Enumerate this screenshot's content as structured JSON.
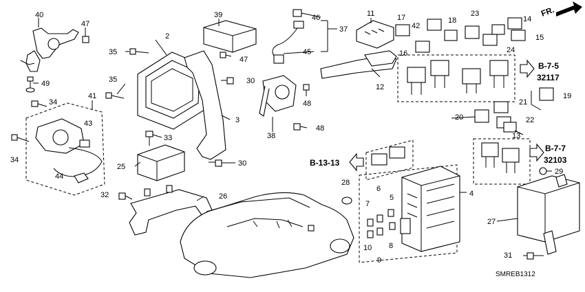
{
  "labels": [
    {
      "id": "40",
      "text": "40"
    },
    {
      "id": "47a",
      "text": "47"
    },
    {
      "id": "49",
      "text": "49"
    },
    {
      "id": "34a",
      "text": "34"
    },
    {
      "id": "41",
      "text": "41"
    },
    {
      "id": "43",
      "text": "43"
    },
    {
      "id": "34b",
      "text": "34"
    },
    {
      "id": "44",
      "text": "44"
    },
    {
      "id": "2",
      "text": "2"
    },
    {
      "id": "35a",
      "text": "35"
    },
    {
      "id": "35b",
      "text": "35"
    },
    {
      "id": "33",
      "text": "33"
    },
    {
      "id": "25",
      "text": "25"
    },
    {
      "id": "32",
      "text": "32"
    },
    {
      "id": "26",
      "text": "26"
    },
    {
      "id": "39",
      "text": "39"
    },
    {
      "id": "47b",
      "text": "47"
    },
    {
      "id": "30a",
      "text": "30"
    },
    {
      "id": "3",
      "text": "3"
    },
    {
      "id": "30b",
      "text": "30"
    },
    {
      "id": "46",
      "text": "46"
    },
    {
      "id": "37",
      "text": "37"
    },
    {
      "id": "45",
      "text": "45"
    },
    {
      "id": "48a",
      "text": "48"
    },
    {
      "id": "38",
      "text": "38"
    },
    {
      "id": "48b",
      "text": "48"
    },
    {
      "id": "11",
      "text": "11"
    },
    {
      "id": "12",
      "text": "12"
    },
    {
      "id": "17",
      "text": "17"
    },
    {
      "id": "42",
      "text": "42"
    },
    {
      "id": "18",
      "text": "18"
    },
    {
      "id": "23",
      "text": "23"
    },
    {
      "id": "14",
      "text": "14"
    },
    {
      "id": "15",
      "text": "15"
    },
    {
      "id": "16",
      "text": "16"
    },
    {
      "id": "24",
      "text": "24"
    },
    {
      "id": "19",
      "text": "19"
    },
    {
      "id": "20",
      "text": "20"
    },
    {
      "id": "21",
      "text": "21"
    },
    {
      "id": "22",
      "text": "22"
    },
    {
      "id": "13",
      "text": "13"
    },
    {
      "id": "4",
      "text": "4"
    },
    {
      "id": "28",
      "text": "28"
    },
    {
      "id": "6",
      "text": "6"
    },
    {
      "id": "7",
      "text": "7"
    },
    {
      "id": "5",
      "text": "5"
    },
    {
      "id": "10",
      "text": "10"
    },
    {
      "id": "8",
      "text": "8"
    },
    {
      "id": "9",
      "text": "9"
    },
    {
      "id": "29",
      "text": "29"
    },
    {
      "id": "27",
      "text": "27"
    },
    {
      "id": "31",
      "text": "31"
    }
  ],
  "references": {
    "b75_top": "B-7-5",
    "b75_bottom": "32117",
    "b77_top": "B-7-7",
    "b77_bottom": "32103",
    "b1313": "B-13-13"
  },
  "front_marker": "FR.",
  "diagram_code": "SMREB1312"
}
